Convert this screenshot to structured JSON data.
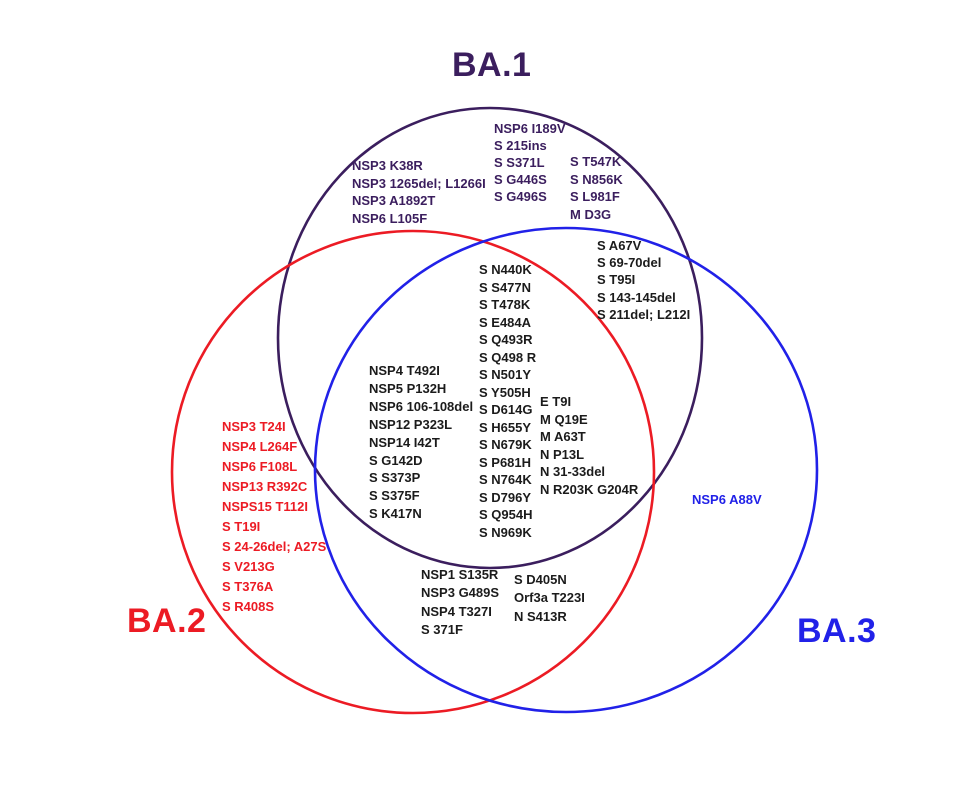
{
  "colors": {
    "ba1": "#3b1e5e",
    "ba2": "#ec1b24",
    "ba3": "#2121e8",
    "shared_text": "#1b1b1b",
    "background": "#ffffff"
  },
  "sets": {
    "ba1": {
      "label": "BA.1"
    },
    "ba2": {
      "label": "BA.2"
    },
    "ba3": {
      "label": "BA.3"
    }
  },
  "regions": {
    "ba1_only_col1": {
      "membership": "BA.1 only",
      "lines": [
        "NSP3 K38R",
        "NSP3 1265del; L1266I",
        "NSP3 A1892T",
        "NSP6 L105F"
      ]
    },
    "ba1_only_col2": {
      "membership": "BA.1 only",
      "lines": [
        "NSP6 I189V",
        "S 215ins",
        "S S371L",
        "S G446S",
        "S G496S"
      ]
    },
    "ba1_only_col3": {
      "membership": "BA.1 only",
      "lines": [
        "S T547K",
        "S N856K",
        "S L981F",
        "M D3G"
      ]
    },
    "ba1_ba3": {
      "membership": "BA.1 and BA.3",
      "lines": [
        "S A67V",
        "S 69-70del",
        "S T95I",
        "S 143-145del",
        "S 211del; L212I"
      ]
    },
    "core_col1": {
      "membership": "BA.1, BA.2 and BA.3",
      "lines": [
        "NSP4 T492I",
        "NSP5 P132H",
        "NSP6 106-108del",
        "NSP12 P323L",
        "NSP14 I42T",
        "S G142D",
        "S S373P",
        "S S375F",
        "S K417N"
      ]
    },
    "core_col2": {
      "membership": "BA.1, BA.2 and BA.3",
      "lines": [
        "S N440K",
        "S S477N",
        "S T478K",
        "S E484A",
        "S Q493R",
        "S Q498 R",
        "S N501Y",
        "S Y505H",
        "S D614G",
        "S H655Y",
        "S N679K",
        "S P681H",
        "S N764K",
        "S D796Y",
        "S Q954H",
        "S N969K"
      ]
    },
    "core_col3": {
      "membership": "BA.1, BA.2 and BA.3",
      "lines": [
        "E T9I",
        "M Q19E",
        "M A63T",
        "N P13L",
        "N 31-33del",
        "N R203K G204R"
      ]
    },
    "ba2_only": {
      "membership": "BA.2 only",
      "lines": [
        "NSP3 T24I",
        "NSP4 L264F",
        "NSP6 F108L",
        "NSP13 R392C",
        "NSPS15 T112I",
        "S T19I",
        "S 24-26del; A27S",
        "S V213G",
        "S T376A",
        "S R408S"
      ]
    },
    "ba2_ba3_col1": {
      "membership": "BA.2 and BA.3",
      "lines": [
        "NSP1 S135R",
        "NSP3 G489S",
        "NSP4 T327I",
        "S 371F"
      ]
    },
    "ba2_ba3_col2": {
      "membership": "BA.2 and BA.3",
      "lines": [
        "S D405N",
        "Orf3a T223I",
        "N S413R"
      ]
    },
    "ba3_only": {
      "membership": "BA.3 only",
      "lines": [
        "NSP6 A88V"
      ]
    }
  }
}
